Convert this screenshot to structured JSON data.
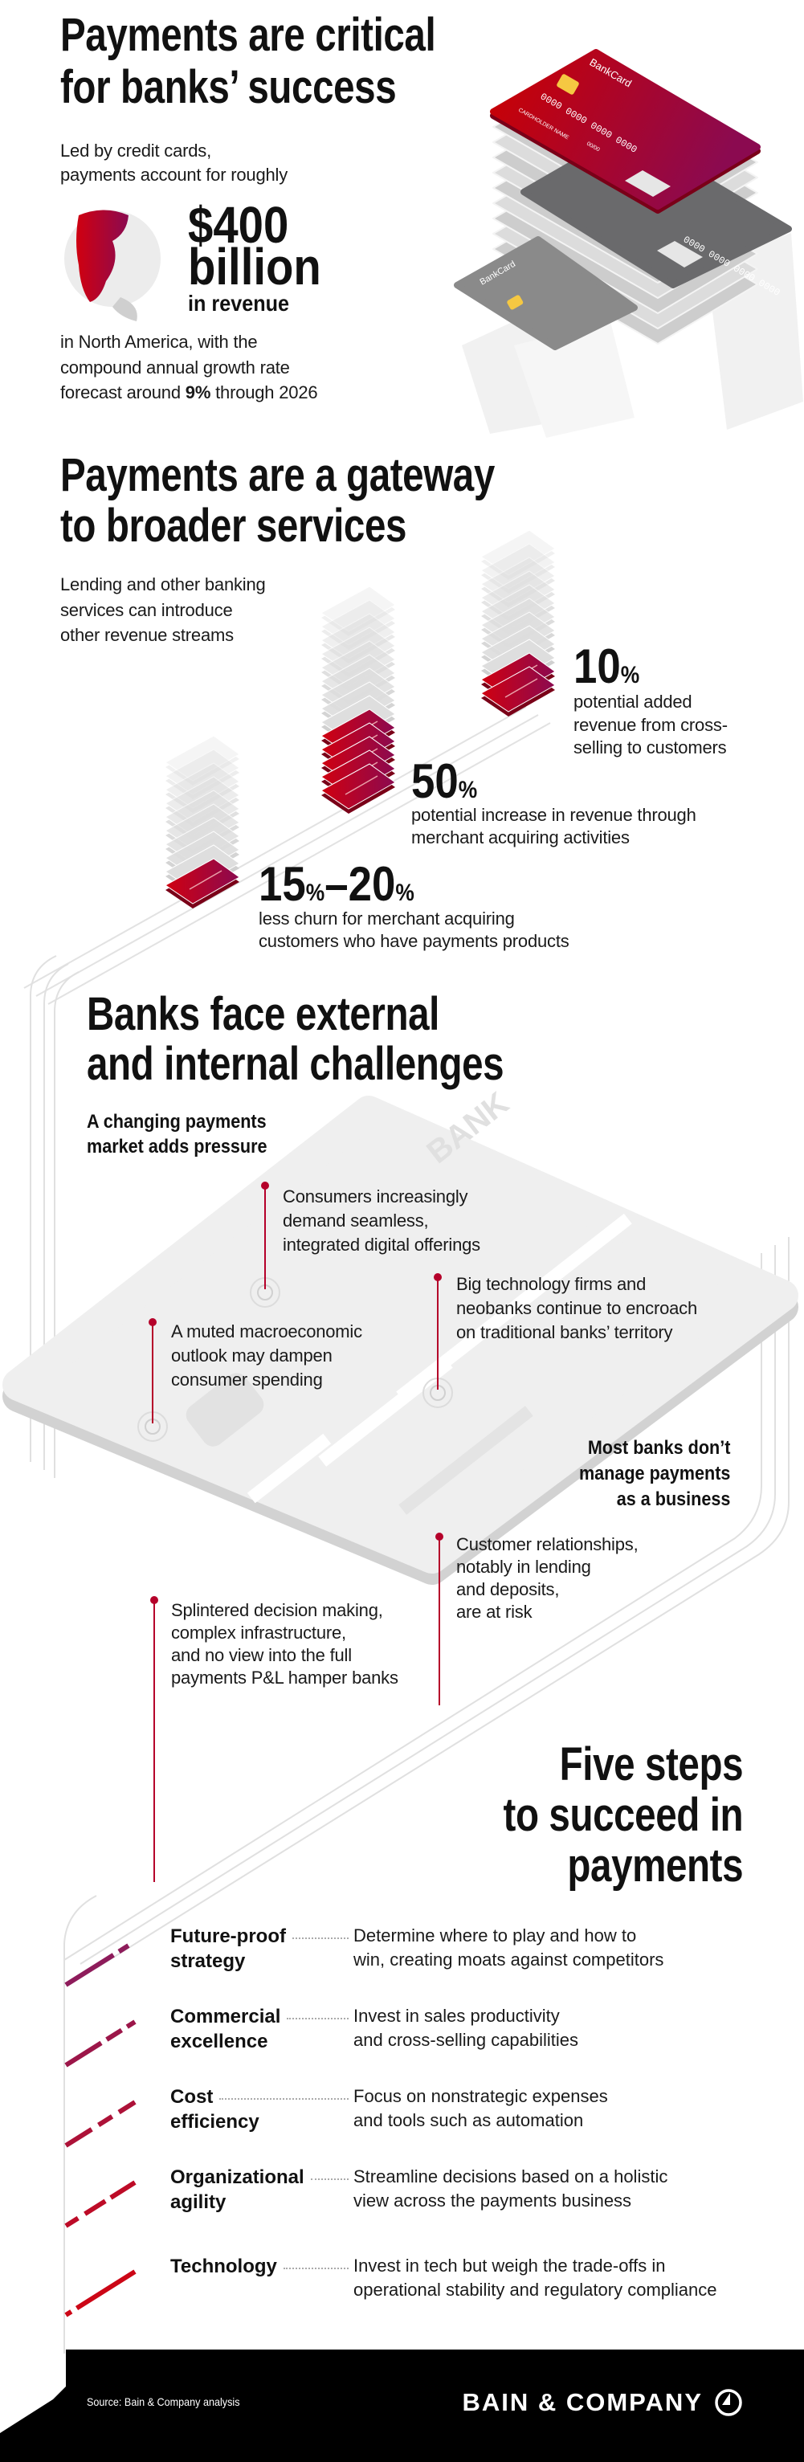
{
  "colors": {
    "red": "#cc0000",
    "magenta": "#8b0a50",
    "dot": "#b5002a",
    "gray": "#ececec"
  },
  "section1": {
    "title": [
      "Payments are critical",
      "for banks’ success"
    ],
    "intro": [
      "Led by credit cards,",
      "payments account for roughly"
    ],
    "amount": "$400",
    "amount_unit": "billion",
    "amount_caption": "in revenue",
    "outro_lines": [
      "in North America, with the",
      "compound annual growth rate"
    ],
    "outro_last_pre": "forecast around ",
    "outro_last_bold": "9%",
    "outro_last_post": " through 2026",
    "card_brand": "BankCard",
    "card_number": "0000  0000  0000  0000",
    "card_holder": "CARDHOLDER NAME",
    "card_expiry": "00/00"
  },
  "section2": {
    "title": [
      "Payments are a gateway",
      "to broader services"
    ],
    "intro": [
      "Lending and other banking",
      "services can introduce",
      "other revenue streams"
    ],
    "stats": [
      {
        "value": "10",
        "unit": "%",
        "lines": [
          "potential added",
          "revenue from cross-",
          "selling to customers"
        ],
        "red_cards": 1
      },
      {
        "value": "50",
        "unit": "%",
        "lines": [
          "potential increase in revenue through",
          "merchant acquiring activities"
        ],
        "red_cards": 5
      },
      {
        "value_a": "15",
        "value_b": "–20",
        "unit": "%",
        "lines": [
          "less churn for merchant acquiring",
          "customers who have payments products"
        ],
        "red_cards": 2
      }
    ]
  },
  "section3": {
    "title": [
      "Banks face external",
      "and internal challenges"
    ],
    "external_heading": [
      "A changing payments",
      "market adds pressure"
    ],
    "internal_heading": [
      "Most banks don’t",
      "manage payments",
      "as a business"
    ],
    "bank_label": "BANK",
    "callouts": [
      {
        "lines": [
          "Consumers increasingly",
          "demand seamless,",
          "integrated digital offerings"
        ]
      },
      {
        "lines": [
          "Big technology firms and",
          "neobanks continue to encroach",
          "on traditional banks’ territory"
        ]
      },
      {
        "lines": [
          "A muted macroeconomic",
          "outlook may dampen",
          "consumer spending"
        ]
      },
      {
        "lines": [
          "Customer relationships,",
          "notably in lending",
          "and deposits,",
          "are at risk"
        ]
      },
      {
        "lines": [
          "Splintered decision making,",
          "complex infrastructure,",
          "and no view into the full",
          "payments P&L hamper banks"
        ]
      }
    ]
  },
  "section4": {
    "title": [
      "Five steps",
      "to succeed in",
      "payments"
    ],
    "steps": [
      {
        "label": [
          "Future-proof",
          "strategy"
        ],
        "desc": [
          "Determine where to play and how to",
          "win, creating moats against competitors"
        ],
        "color": "#8e1c5b"
      },
      {
        "label": [
          "Commercial",
          "excellence"
        ],
        "desc": [
          "Invest in sales productivity",
          "and cross-selling capabilities"
        ],
        "color": "#9c1649"
      },
      {
        "label": [
          "Cost",
          "efficiency"
        ],
        "desc": [
          "Focus on nonstrategic expenses",
          "and tools such as automation"
        ],
        "color": "#ad1238"
      },
      {
        "label": [
          "Organizational",
          "agility"
        ],
        "desc": [
          "Streamline decisions based on a holistic",
          "view across the payments business"
        ],
        "color": "#bd0b27"
      },
      {
        "label": [
          "Technology",
          ""
        ],
        "desc": [
          "Invest in tech but weigh the trade-offs in",
          "operational stability and regulatory compliance"
        ],
        "color": "#cc0616"
      }
    ]
  },
  "footer": {
    "source": "Source: Bain & Company analysis",
    "logo": "BAIN & COMPANY"
  }
}
